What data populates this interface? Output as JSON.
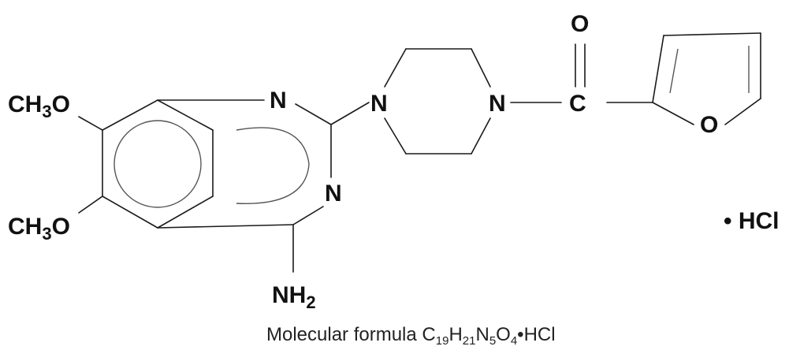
{
  "structure": {
    "groups": {
      "methoxy_top": {
        "main": "CH",
        "sub": "3",
        "tail": "O"
      },
      "methoxy_bottom": {
        "main": "CH",
        "sub": "3",
        "tail": "O"
      },
      "amine": {
        "main": "NH",
        "sub": "2"
      }
    },
    "atoms": {
      "n_quinazoline_1": "N",
      "n_quinazoline_3": "N",
      "n_piperazine_left": "N",
      "n_piperazine_right": "N",
      "carbonyl_carbon": "C",
      "carbonyl_oxygen": "O",
      "furan_oxygen": "O"
    },
    "salt": "• HCl"
  },
  "caption": {
    "prefix": "Molecular formula ",
    "formula": [
      {
        "el": "C",
        "n": "19"
      },
      {
        "el": "H",
        "n": "21"
      },
      {
        "el": "N",
        "n": "5"
      },
      {
        "el": "O",
        "n": "4"
      }
    ],
    "suffix": "•HCl"
  }
}
